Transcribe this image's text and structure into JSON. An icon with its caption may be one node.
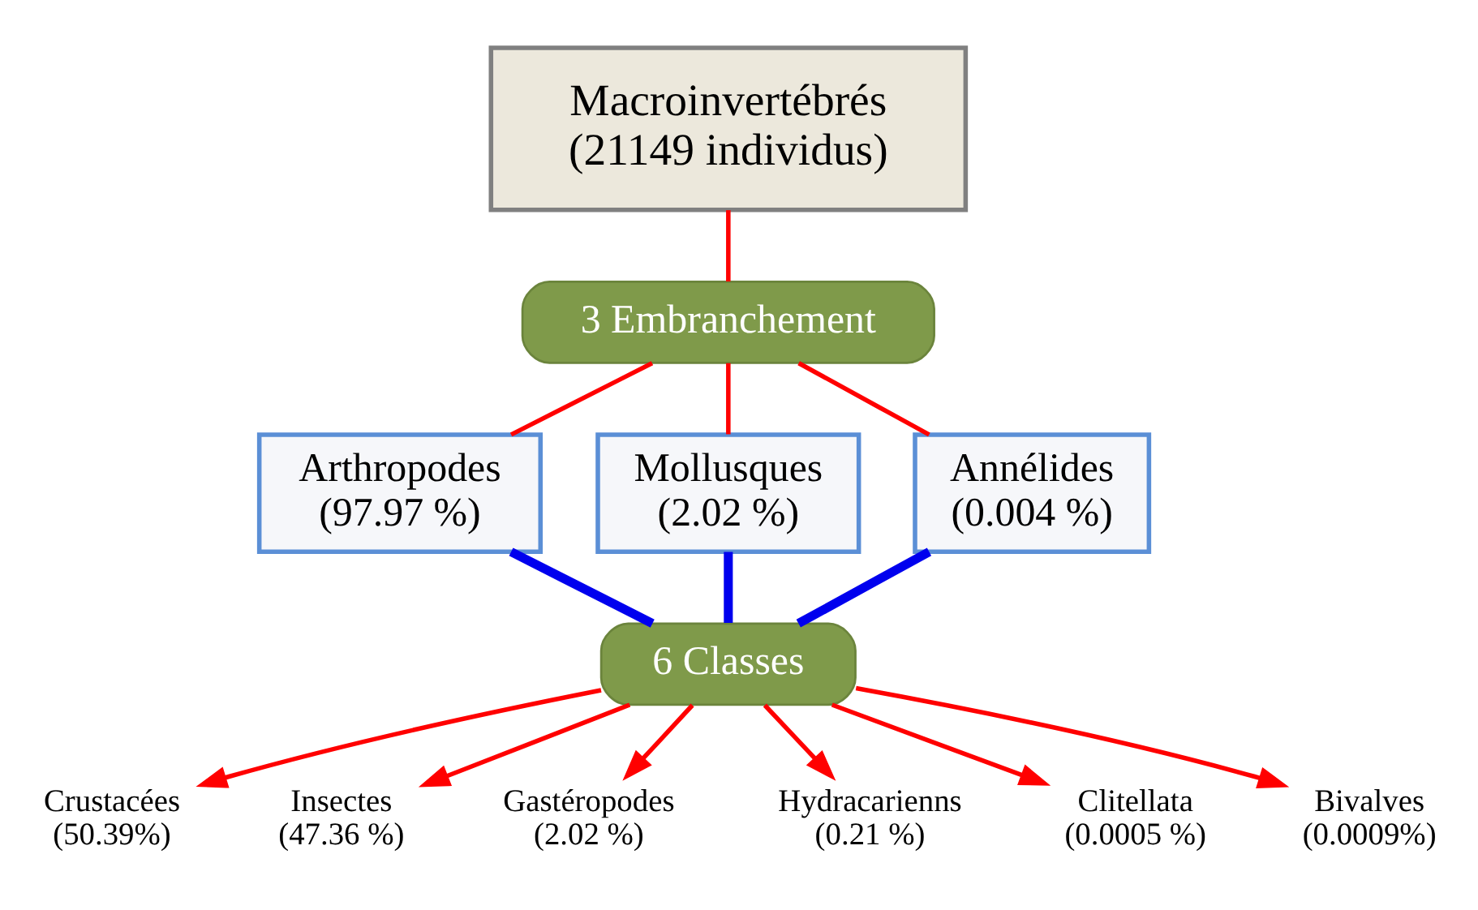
{
  "diagram": {
    "nodes": [
      {
        "text": [
          "Macroinvertébrés (21149 individus)"
        ]
      },
      {
        "text": [
          "3 Embranchement"
        ]
      },
      {
        "text": [
          "Arthropodes (97.97 %)"
        ]
      },
      {
        "text": [
          "Mollusques (2.02 %)"
        ]
      },
      {
        "text": [
          "Annélides (0.004 %)"
        ]
      },
      {
        "text": [
          "6 Classes"
        ]
      },
      {
        "text": [
          "Crustacées (50.39%)"
        ]
      },
      {
        "text": [
          "Insectes (47.36 %)"
        ]
      },
      {
        "text": [
          "Gastéropodes (2.02 %)"
        ]
      },
      {
        "text": [
          "Hydracarienns (0.21 %)"
        ]
      },
      {
        "text": [
          "Clitellata (0.0005 %)"
        ]
      },
      {
        "text": [
          "Bivalves (0.0009%)"
        ]
      }
    ],
    "edges": [
      {
        "from": 0,
        "to": 1,
        "arrow": "none"
      },
      {
        "from": 1,
        "to": 2,
        "arrow": "none"
      },
      {
        "from": 1,
        "to": 3,
        "arrow": "none"
      },
      {
        "from": 1,
        "to": 4,
        "arrow": "none"
      },
      {
        "from": 2,
        "to": 5,
        "arrow": "none",
        "style": "thick",
        "color": "#0000ee"
      },
      {
        "from": 3,
        "to": 5,
        "arrow": "none",
        "style": "thick",
        "color": "#0000ee"
      },
      {
        "from": 4,
        "to": 5,
        "arrow": "none",
        "style": "thick",
        "color": "#0000ee"
      },
      {
        "from": 5,
        "to": 6,
        "arrow": "to"
      },
      {
        "from": 5,
        "to": 7,
        "arrow": "to"
      },
      {
        "from": 5,
        "to": 8,
        "arrow": "to"
      },
      {
        "from": 5,
        "to": 9,
        "arrow": "to"
      },
      {
        "from": 5,
        "to": 10,
        "arrow": "to"
      },
      {
        "from": 5,
        "to": 11,
        "arrow": "to"
      }
    ]
  }
}
